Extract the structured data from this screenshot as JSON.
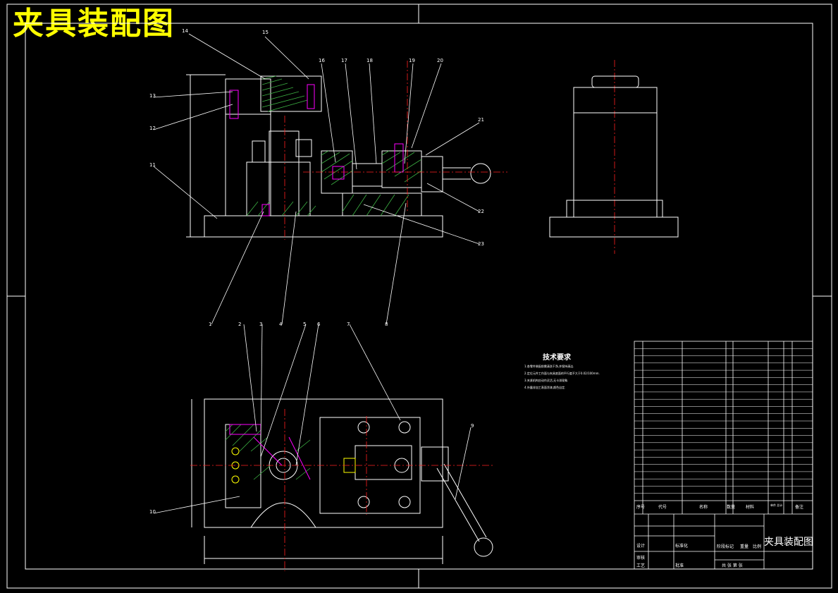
{
  "page_title": "夹具装配图",
  "technical_requirements": {
    "heading": "技术要求",
    "lines": [
      "1.各零件装配前需清洗干净,并保持清洁.",
      "2.定位元件工作面与夹具底面的平行度不大于0.02/100mm.",
      "3.夹紧机构应动作灵活,无卡滞现象.",
      "4.外露非加工表面涂漆,颜色自定."
    ]
  },
  "callouts": {
    "top": [
      "14",
      "15",
      "16",
      "17",
      "18",
      "19",
      "20",
      "21",
      "13",
      "12",
      "11",
      "22",
      "23"
    ],
    "middle": [
      "1",
      "2",
      "3",
      "4",
      "5",
      "6",
      "7",
      "8"
    ],
    "bottom": [
      "9",
      "10"
    ]
  },
  "title_block": {
    "drawing_name": "夹具装配图",
    "headers": [
      "序号",
      "代号",
      "名称",
      "数量",
      "材料",
      "单件 总计",
      "备注"
    ],
    "sign_labels": [
      "设计",
      "审核",
      "工艺",
      "标准化",
      "批准",
      "阶段标记",
      "重量",
      "比例",
      "共 张 第 张"
    ]
  }
}
